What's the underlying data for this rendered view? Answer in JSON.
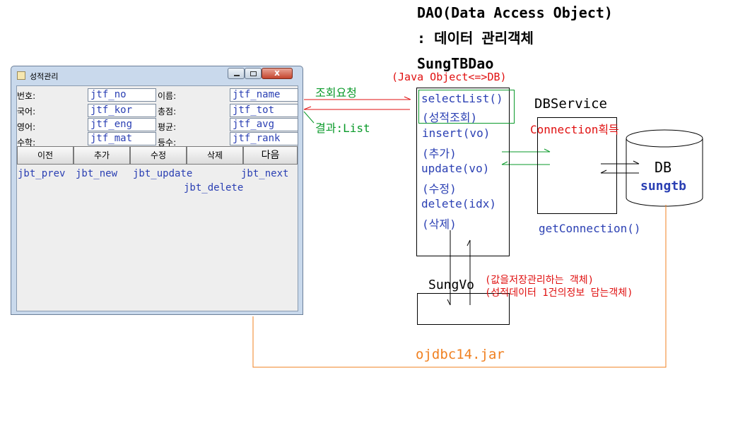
{
  "window": {
    "title": "성적관리",
    "fields": [
      {
        "label": "번호:",
        "value": "jtf_no"
      },
      {
        "label": "국어:",
        "value": "jtf_kor"
      },
      {
        "label": "영어:",
        "value": "jtf_eng"
      },
      {
        "label": "수학:",
        "value": "jtf_mat"
      },
      {
        "label": "이름:",
        "value": "jtf_name"
      },
      {
        "label": "총점:",
        "value": "jtf_tot"
      },
      {
        "label": "평균:",
        "value": "jtf_avg"
      },
      {
        "label": "등수:",
        "value": "jtf_rank"
      }
    ],
    "buttons": [
      {
        "label": "이전"
      },
      {
        "label": "추가"
      },
      {
        "label": "수정"
      },
      {
        "label": "삭제"
      },
      {
        "label": "다음"
      }
    ],
    "button_names": {
      "prev": "jbt_prev",
      "new": "jbt_new",
      "update": "jbt_update",
      "next": "jbt_next",
      "delete": "jbt_delete"
    },
    "controls": {
      "close": "x"
    }
  },
  "dao": {
    "heading_line1": "DAO(Data Access Object)",
    "heading_line2": ": 데이터 관리객체",
    "class_name": "SungTBDao",
    "note": "(Java Object<=>DB)",
    "methods": [
      "selectList()",
      "(성적조회)",
      "insert(vo)",
      "(추가)",
      "update(vo)",
      "(수정)",
      "delete(idx)",
      "(삭제)"
    ]
  },
  "request_label": "조회요청",
  "result_label": "결과:List",
  "dbservice": {
    "name": "DBService",
    "note": "Connection획득",
    "method": "getConnection()"
  },
  "db": {
    "name": "DB",
    "table": "sungtb"
  },
  "vo": {
    "name": "SungVo",
    "note_line1": "(값을저장관리하는 객체)",
    "note_line2": "(성적데이터 1건의정보 담는객체)"
  },
  "jar_label": "ojdbc14.jar",
  "colors": {
    "blue_text": "#2a3fb3",
    "red_text": "#e01010",
    "green": "#0a9a2a",
    "orange": "#f08020"
  }
}
